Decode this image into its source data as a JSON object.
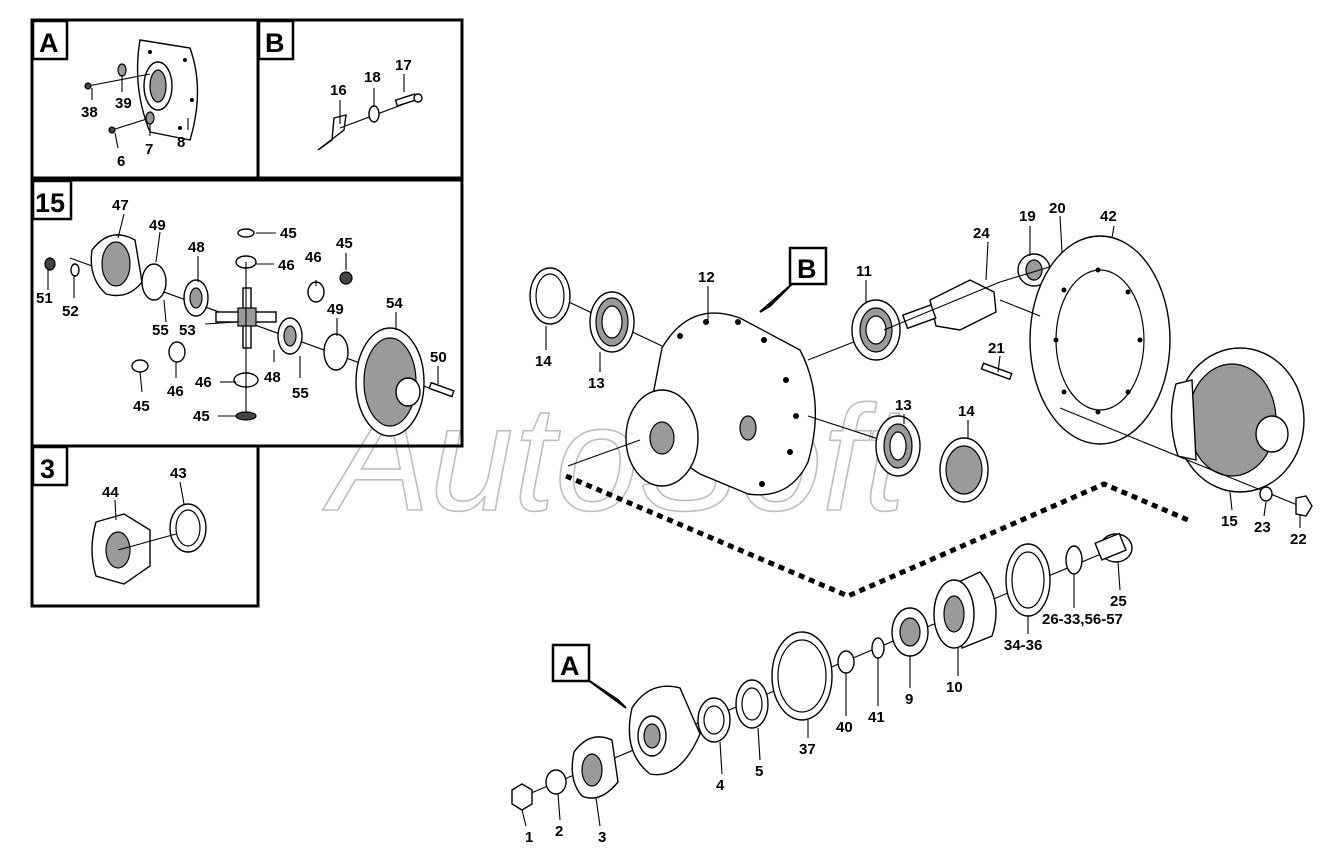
{
  "watermark": "AutoSoft",
  "callouts": {
    "box_a": "A",
    "box_b": "B",
    "box_15": "15",
    "box_3": "3",
    "main_a": "A",
    "main_b": "B"
  },
  "box_a_labels": [
    "38",
    "39",
    "8",
    "6",
    "7"
  ],
  "box_b_labels": [
    "16",
    "18",
    "17"
  ],
  "box_15_labels": [
    "47",
    "49",
    "48",
    "45",
    "46",
    "46",
    "45",
    "51",
    "52",
    "55",
    "53",
    "54",
    "49",
    "50",
    "45",
    "46",
    "46",
    "48",
    "55",
    "45"
  ],
  "box_3_labels": [
    "44",
    "43"
  ],
  "main_labels": [
    "12",
    "11",
    "24",
    "19",
    "20",
    "42",
    "14",
    "13",
    "21",
    "13",
    "14",
    "15",
    "23",
    "22",
    "25",
    "26-33,56-57",
    "34-36",
    "10",
    "9",
    "41",
    "40",
    "37",
    "5",
    "4",
    "1",
    "2",
    "3"
  ]
}
